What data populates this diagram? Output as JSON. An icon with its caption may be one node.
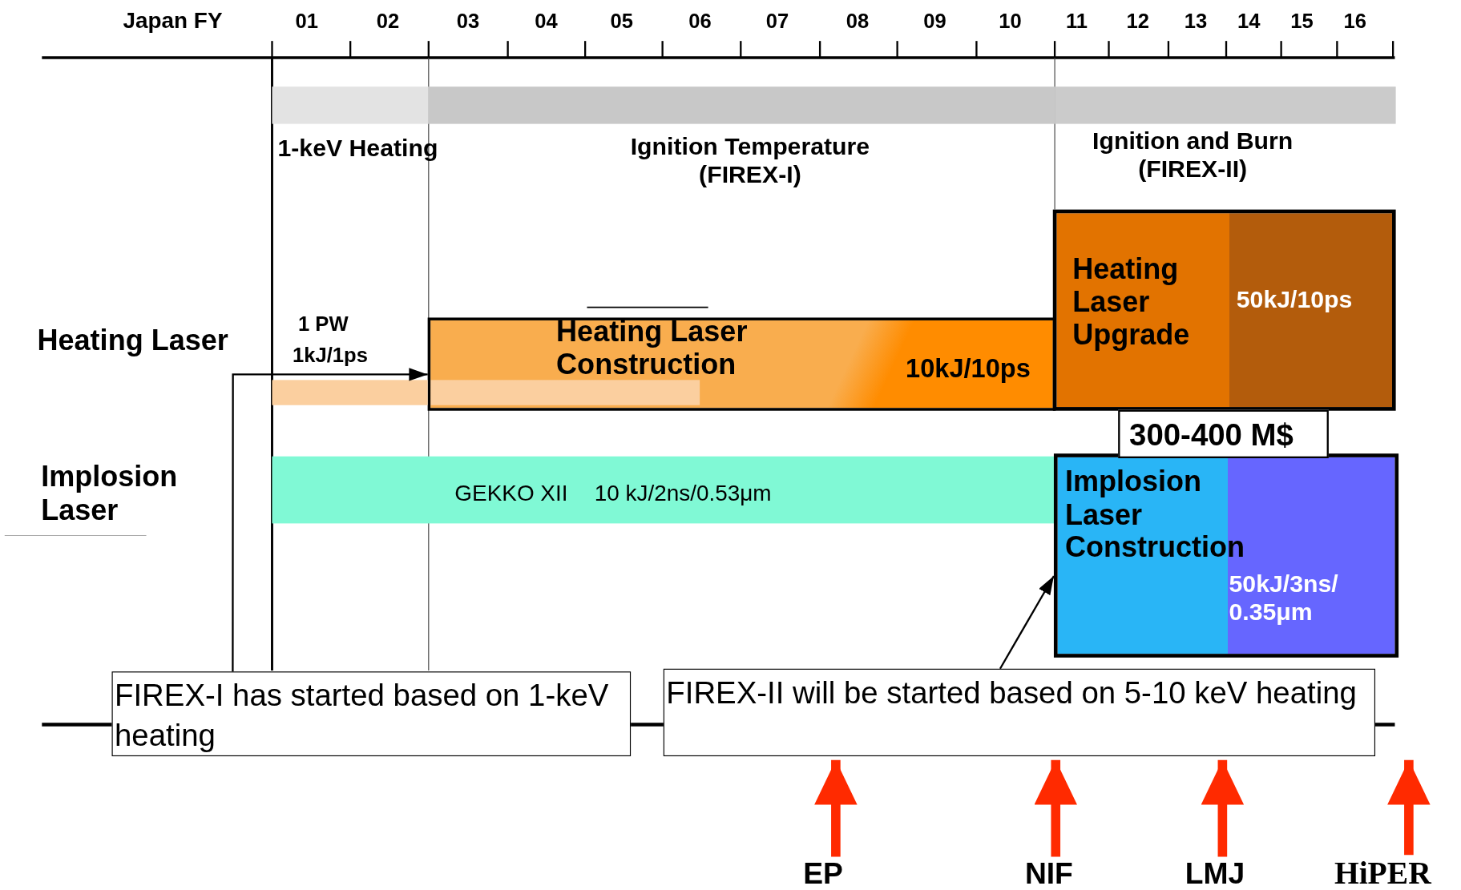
{
  "diagram": {
    "nodes": [
      {
        "text": [
          "1-keV Heating"
        ]
      },
      {
        "text": [
          "Ignition Temperature (FIREX-I)"
        ]
      },
      {
        "text": [
          "Ignition and Burn (FIREX-II)"
        ]
      },
      {
        "text": [
          "Heating Laser Construction",
          "10kJ/10ps"
        ]
      },
      {
        "text": [
          "1 PW",
          "1kJ/1ps"
        ]
      },
      {
        "text": [
          "Heating Laser Upgrade",
          "50kJ/10ps"
        ]
      },
      {
        "text": [
          "GEKKO XII",
          "10 kJ/2ns/0.53μm"
        ]
      },
      {
        "text": [
          "Implosion Laser Construction",
          "50kJ/3ns/ 0.35μm"
        ]
      },
      {
        "text": [
          "300-400 M$"
        ]
      },
      {
        "text": [
          "FIREX-I has started based on 1-keV heating"
        ]
      },
      {
        "text": [
          "FIREX-II will be started based on 5-10 keV heating"
        ]
      },
      {
        "text": [
          "EP"
        ]
      },
      {
        "text": [
          "NIF"
        ]
      },
      {
        "text": [
          "LMJ"
        ]
      },
      {
        "text": [
          "HiPER"
        ]
      },
      {
        "text": [],
        "shape": "bar"
      }
    ],
    "edges": [
      {
        "from": 9,
        "to": 3,
        "arrow": "to",
        "color": "#000000"
      },
      {
        "from": 10,
        "to": 7,
        "arrow": "to",
        "color": "#000000"
      },
      {
        "from": 11,
        "to": 10,
        "arrow": "to"
      },
      {
        "from": 12,
        "to": 10,
        "arrow": "to"
      },
      {
        "from": 13,
        "to": 10,
        "arrow": "to"
      },
      {
        "from": 14,
        "to": 10,
        "arrow": "to"
      }
    ],
    "labels": [
      "Japan FY",
      "01",
      "02",
      "03",
      "04",
      "05",
      "06",
      "07",
      "08",
      "09",
      "10",
      "11",
      "12",
      "13",
      "14",
      "15",
      "16",
      "Heating Laser",
      "Implosion Laser"
    ]
  }
}
